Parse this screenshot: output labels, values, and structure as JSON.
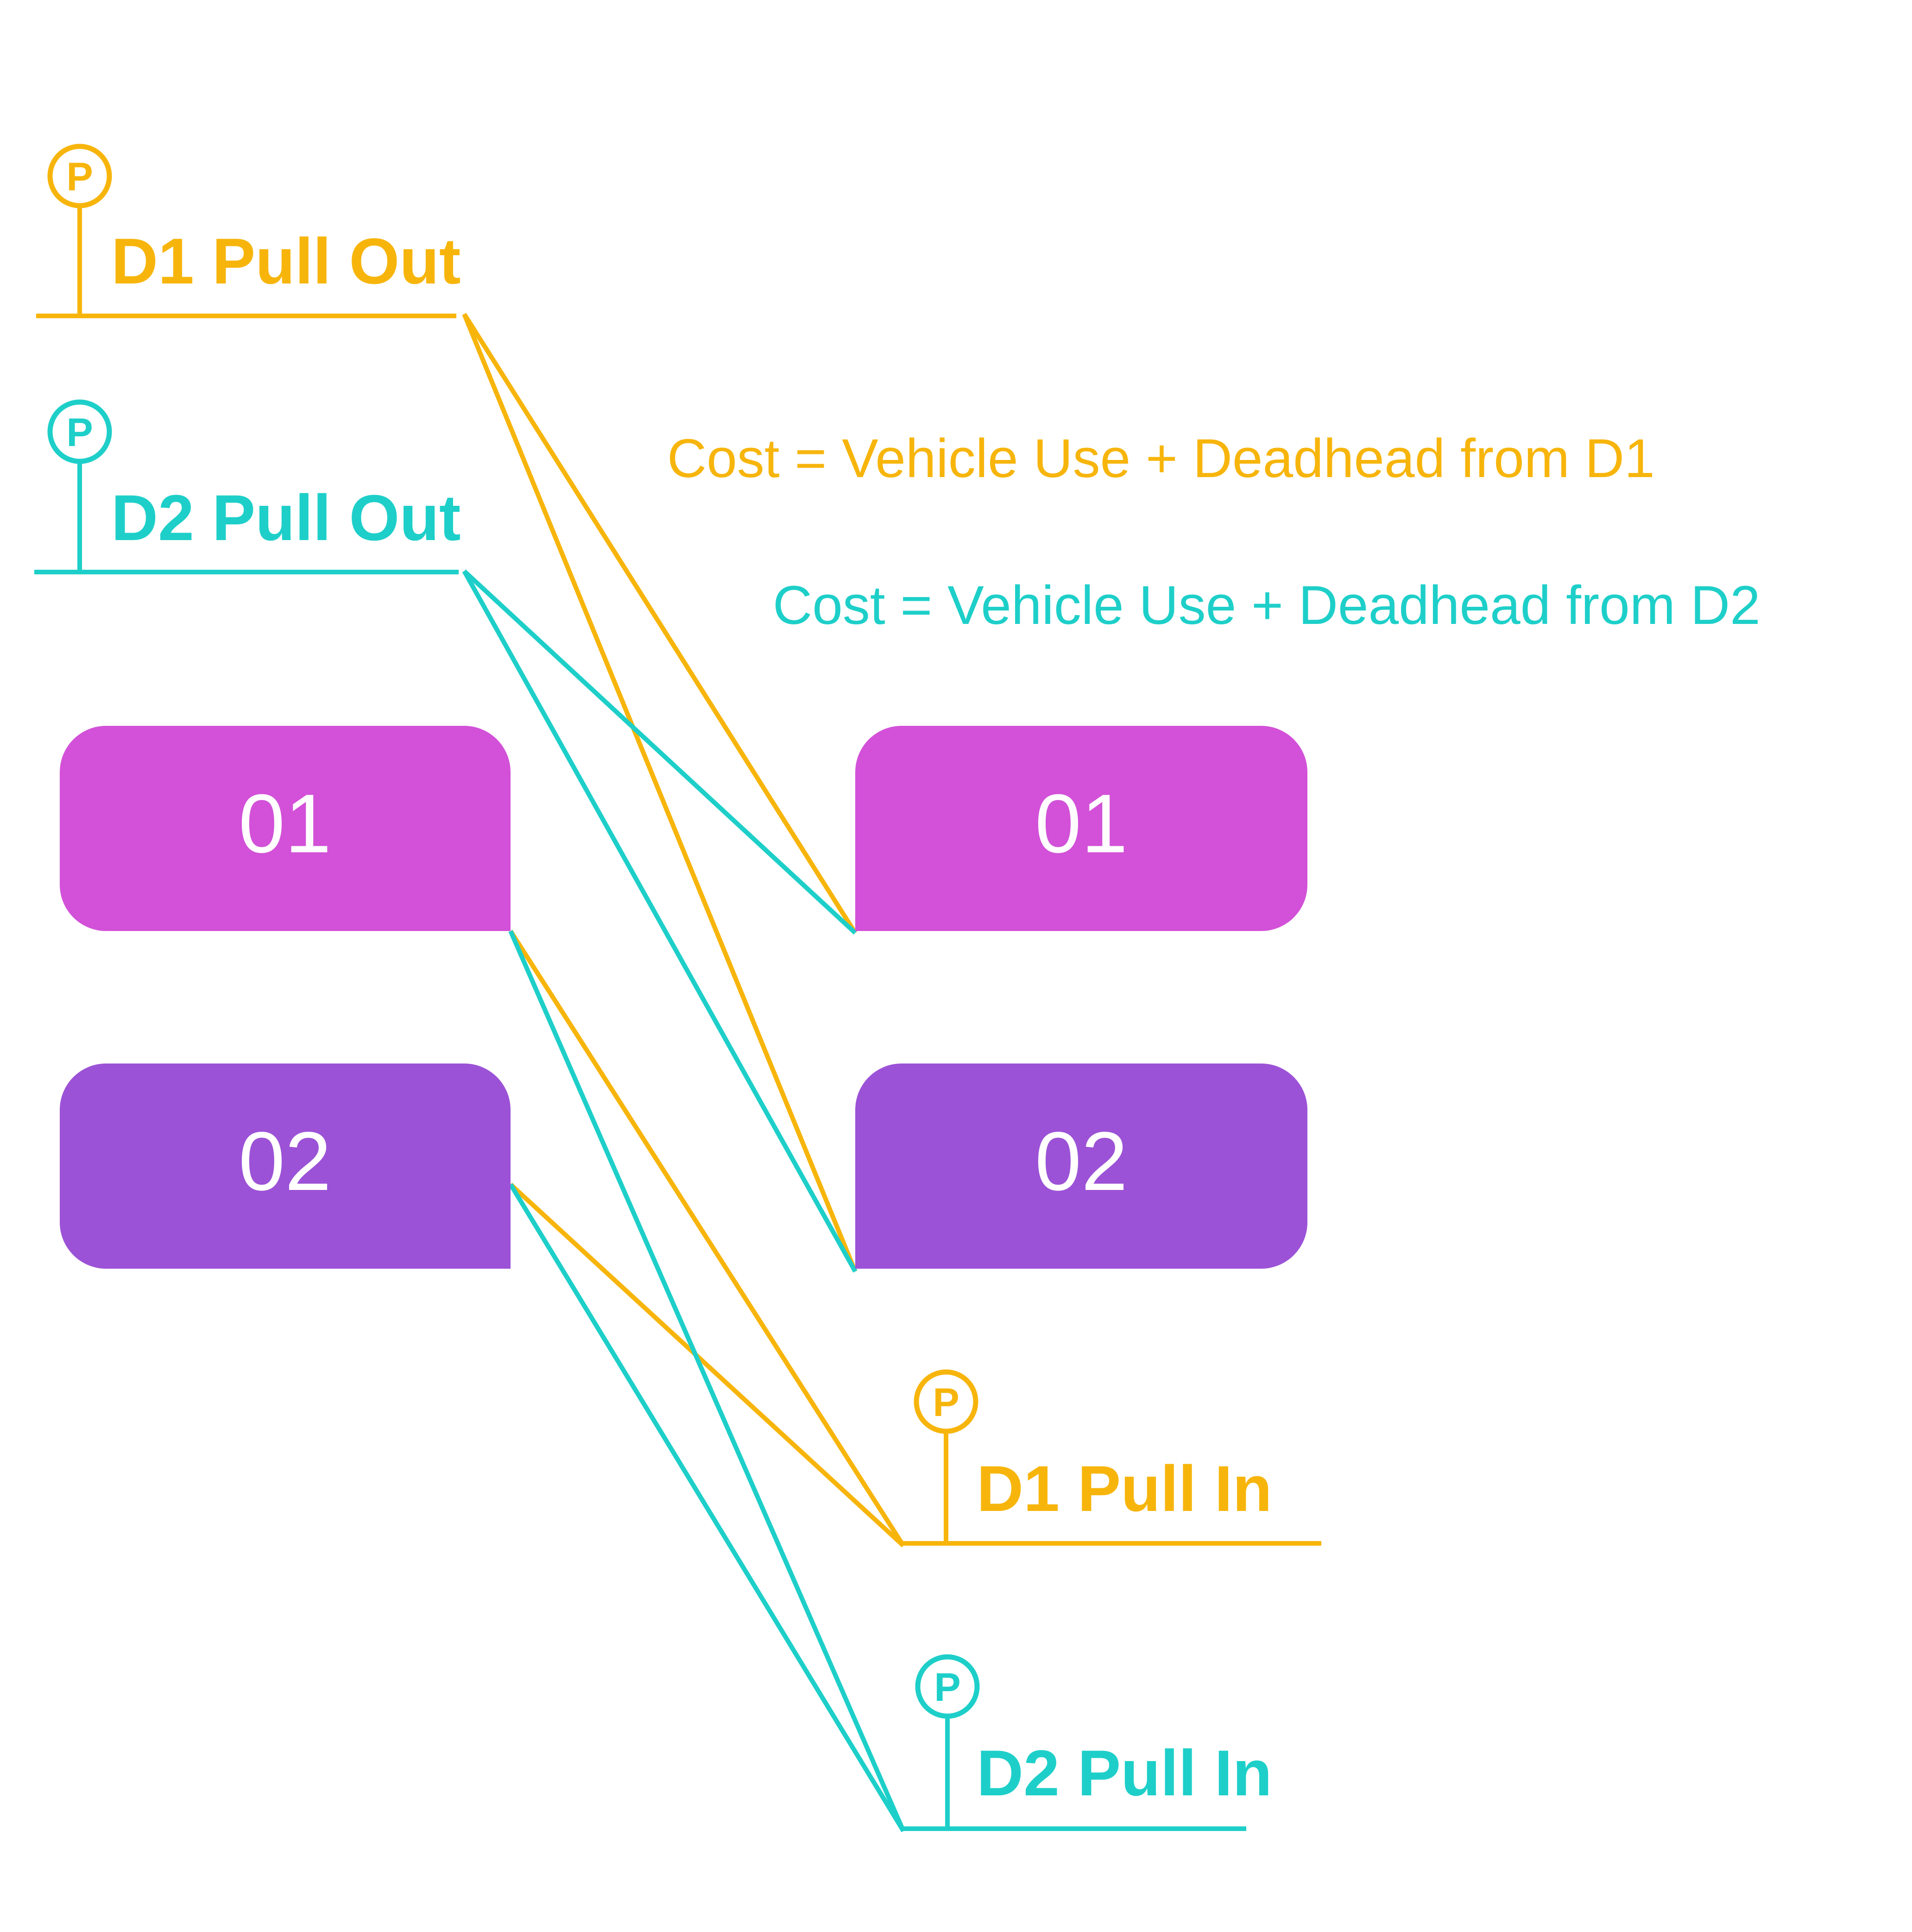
{
  "colors": {
    "d1": "#F7B50C",
    "d2": "#1ECFC9",
    "trip_01": "#D251D8",
    "trip_02": "#9C52D6",
    "trip_text": "#FFFFFF"
  },
  "icons": {
    "parking": "parking-icon"
  },
  "parking_letter": "P",
  "depots": {
    "d1_pull_out": "D1 Pull Out",
    "d2_pull_out": "D2 Pull Out",
    "d1_pull_in": "D1 Pull In",
    "d2_pull_in": "D2 Pull In"
  },
  "costs": {
    "d1": "Cost = Vehicle Use + Deadhead from D1",
    "d2": "Cost = Vehicle Use + Deadhead from D2"
  },
  "trips": {
    "left_01": "01",
    "left_02": "02",
    "right_01": "01",
    "right_02": "02"
  }
}
